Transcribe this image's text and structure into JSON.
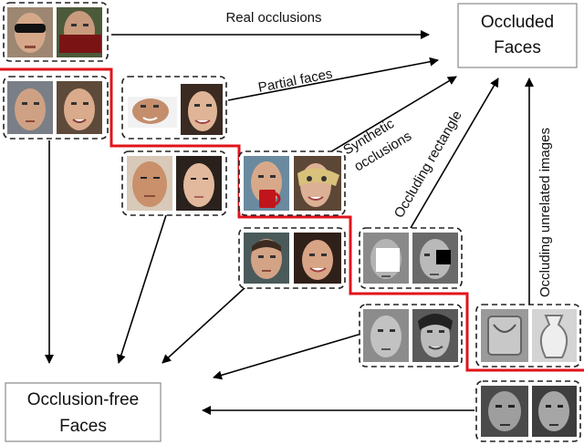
{
  "nodes": {
    "occluded": {
      "line1": "Occluded",
      "line2": "Faces"
    },
    "occlusion_free": {
      "line1": "Occlusion-free",
      "line2": "Faces"
    }
  },
  "edges": {
    "real": "Real occlusions",
    "partial": "Partial faces",
    "synthetic_1": "Synthetic",
    "synthetic_2": "occlusions",
    "rectangle": "Occluding rectangle",
    "unrelated": "Occluding  unrelated images"
  },
  "colors": {
    "separator": "#e0141b",
    "arrow": "#000000",
    "box_border": "#222222",
    "node_border": "#8a8a8a"
  }
}
